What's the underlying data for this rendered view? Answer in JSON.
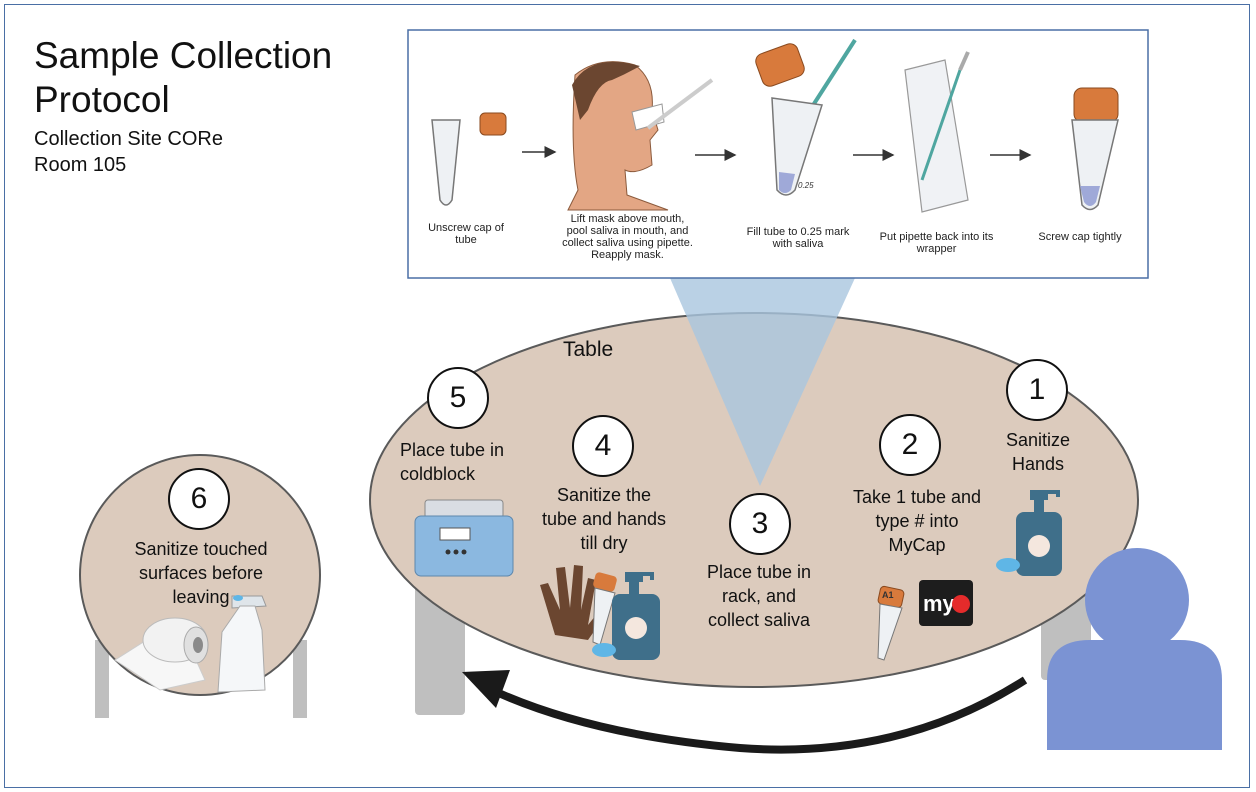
{
  "header": {
    "title": "Sample Collection Protocol",
    "subtitle_line1": "Collection Site CORe",
    "subtitle_line2": "Room 105"
  },
  "procedure": [
    {
      "caption": "Unscrew cap of tube"
    },
    {
      "caption": "Lift mask above mouth, pool saliva in mouth, and collect saliva using pipette. Reapply mask."
    },
    {
      "caption": "Fill tube to 0.25 mark with saliva",
      "tube_mark": "0.25"
    },
    {
      "caption": "Put pipette back into its wrapper"
    },
    {
      "caption": "Screw cap tightly"
    }
  ],
  "table_label": "Table",
  "steps": [
    {
      "number": "1",
      "text": "Sanitize Hands"
    },
    {
      "number": "2",
      "text": "Take 1 tube and type # into MyCap"
    },
    {
      "number": "3",
      "text": "Place tube in rack, and collect saliva"
    },
    {
      "number": "4",
      "text": "Sanitize the tube and hands till dry"
    },
    {
      "number": "5",
      "text": "Place tube in coldblock"
    },
    {
      "number": "6",
      "text": "Sanitize touched surfaces before leaving"
    }
  ],
  "labels": {
    "tube_label": "A1",
    "app_logo": "my"
  },
  "icons": [
    "sanitizer-bottle-icon",
    "tube-icon",
    "mycap-logo-icon",
    "glove-icon",
    "coldblock-icon",
    "paper-towel-icon",
    "spray-bottle-icon",
    "person-icon"
  ],
  "colors": {
    "frame": "#4a6fa5",
    "table": "#dccbbd",
    "table_edge": "#5a5a5a",
    "spotlight": "#a9c6de",
    "person": "#7b93d3",
    "cap": "#d87a3c",
    "sanitizer": "#3f6f8a"
  }
}
